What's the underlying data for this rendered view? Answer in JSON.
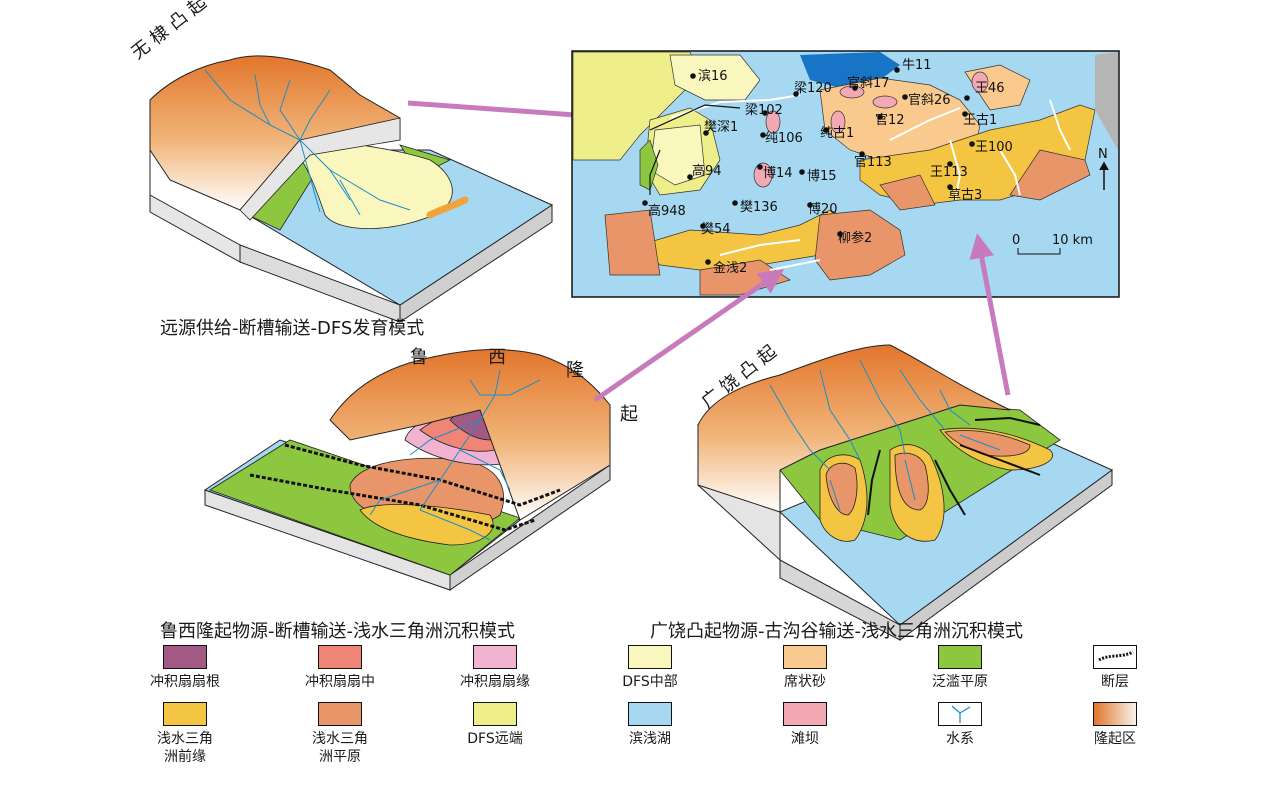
{
  "labels": {
    "wulu": "无 棣 凸 起",
    "luxi_chars": [
      "鲁",
      "西",
      "隆",
      "起"
    ],
    "guangrao": "广 饶 凸 起",
    "caption_top": "远源供给-断槽输送-DFS发育模式",
    "caption_left": "鲁西隆起物源-断槽输送-浅水三角洲沉积模式",
    "caption_right": "广饶凸起物源-古沟谷输送-浅水三角洲沉积模式"
  },
  "map": {
    "wells": [
      "滨16",
      "梁102",
      "梁120",
      "官斜17",
      "牛11",
      "官斜26",
      "王46",
      "王古1",
      "官12",
      "纯古1",
      "纯106",
      "樊深1",
      "博14",
      "博15",
      "官113",
      "王100",
      "王113",
      "草古3",
      "高94",
      "高948",
      "樊136",
      "博20",
      "樊54",
      "柳参2",
      "金浅2"
    ],
    "north": "N",
    "scale_0": "0",
    "scale_10": "10 km"
  },
  "legend": [
    {
      "label": "冲积扇扇根",
      "color": "#a25a85"
    },
    {
      "label": "冲积扇扇中",
      "color": "#ef8577"
    },
    {
      "label": "冲积扇扇缘",
      "color": "#f2b3d1"
    },
    {
      "label": "DFS中部",
      "color": "#f9f6be"
    },
    {
      "label": "席状砂",
      "color": "#f9c98e"
    },
    {
      "label": "泛滥平原",
      "color": "#8dc63f"
    },
    {
      "label": "断层",
      "color": "#ffffff"
    },
    {
      "label": "浅水三角\n洲前缘",
      "color": "#f4c443"
    },
    {
      "label": "浅水三角\n洲平原",
      "color": "#e8956a"
    },
    {
      "label": "DFS远端",
      "color": "#eeee8a"
    },
    {
      "label": "滨浅湖",
      "color": "#a6d8f1"
    },
    {
      "label": "滩坝",
      "color": "#f3a9b4"
    },
    {
      "label": "水系",
      "color": "#ffffff"
    },
    {
      "label": "隆起区",
      "color": "#e98b3b"
    }
  ]
}
